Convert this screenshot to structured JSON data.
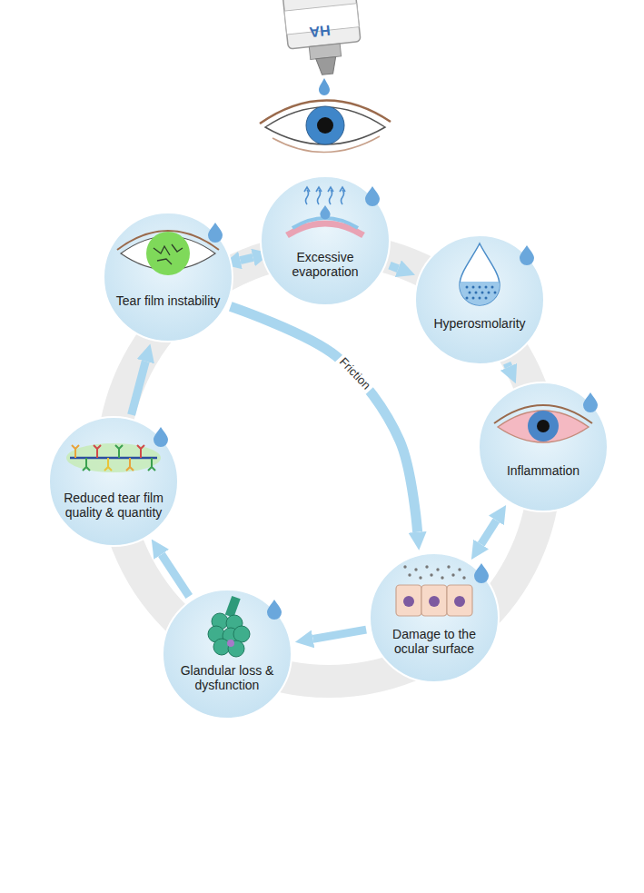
{
  "diagram": {
    "nodes": [
      {
        "text": [
          "Excessive evaporation"
        ]
      },
      {
        "text": [
          "Hyperosmolarity"
        ]
      },
      {
        "text": [
          "Inflammation"
        ]
      },
      {
        "text": [
          "Damage to the ocular surface"
        ]
      },
      {
        "text": [
          "Glandular loss & dysfunction"
        ]
      },
      {
        "text": [
          "Reduced tear film quality & quantity"
        ]
      },
      {
        "text": [
          "Tear film instability"
        ]
      }
    ],
    "edges": [
      {
        "from": 0,
        "to": 1,
        "arrow": "to"
      },
      {
        "from": 1,
        "to": 2,
        "arrow": "to"
      },
      {
        "from": 2,
        "to": 3,
        "arrow": "both"
      },
      {
        "from": 3,
        "to": 4,
        "arrow": "to"
      },
      {
        "from": 4,
        "to": 5,
        "arrow": "to"
      },
      {
        "from": 5,
        "to": 6,
        "arrow": "to"
      },
      {
        "from": 6,
        "to": 0,
        "arrow": "both"
      },
      {
        "from": 6,
        "to": 3,
        "label": "Friction",
        "arrow": "to"
      }
    ],
    "labels": [
      "HA"
    ]
  }
}
